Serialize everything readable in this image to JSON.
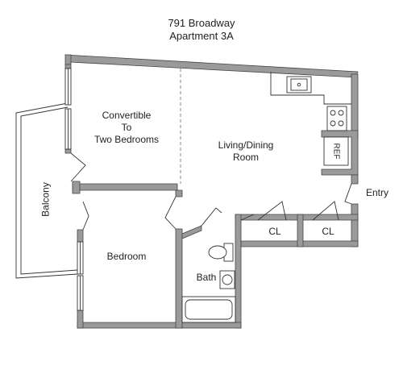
{
  "header": {
    "address": "791 Broadway",
    "unit": "Apartment 3A"
  },
  "rooms": {
    "convertible": [
      "Convertible",
      "To",
      "Two Bedrooms"
    ],
    "living": [
      "Living/Dining",
      "Room"
    ],
    "bedroom": "Bedroom",
    "bath": "Bath",
    "balcony": "Balcony",
    "closet_1": "CL",
    "closet_2": "CL",
    "entry": "Entry",
    "refrigerator": "REF"
  }
}
